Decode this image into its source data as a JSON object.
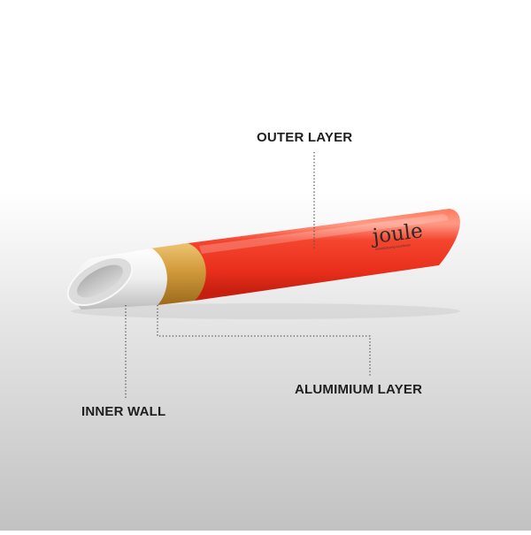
{
  "labels": {
    "outer_layer": "OUTER LAYER",
    "aluminium_layer": "ALUMIMIUM LAYER",
    "inner_wall": "INNER WALL"
  },
  "brand": {
    "name": "joule",
    "tagline": "manufacturing excellence"
  },
  "colors": {
    "outer_red": "#f03a24",
    "aluminium_gold": "#d09a3c",
    "inner_white": "#f2f2f2"
  }
}
